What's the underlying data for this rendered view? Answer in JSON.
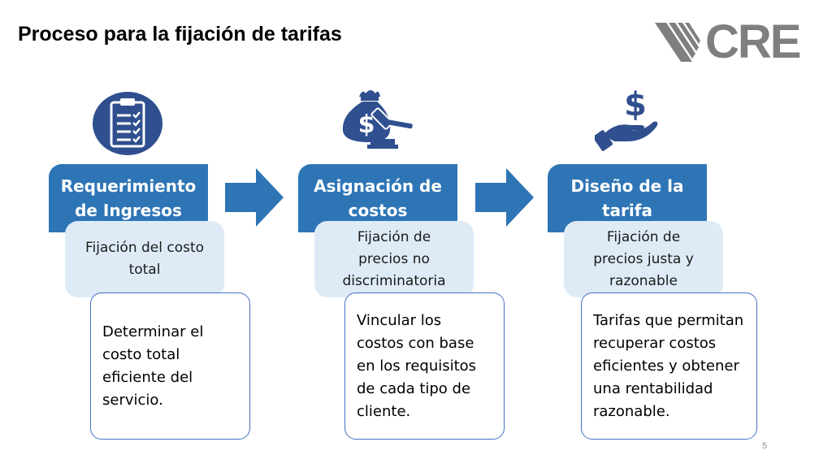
{
  "slide": {
    "title": "Proceso para la fijación de tarifas",
    "logo_text": "CRE",
    "page_number": "5"
  },
  "steps": [
    {
      "title": "Requerimiento de Ingresos",
      "subtitle": "Fijación del costo total",
      "description": "Determinar el costo total eficiente del servicio.",
      "icon": "clipboard-checklist-icon"
    },
    {
      "title": "Asignación de costos",
      "subtitle": "Fijación de precios no discriminatoria",
      "description": "Vincular los costos con base en los requisitos de cada tipo de cliente.",
      "icon": "money-bag-gavel-icon"
    },
    {
      "title": "Diseño de la tarifa",
      "subtitle": "Fijación de precios justa y razonable",
      "description": "Tarifas que permitan recuperar costos eficientes y obtener una rentabilidad razonable.",
      "icon": "hand-dollar-icon"
    }
  ],
  "colors": {
    "step_fill": "#2e75b6",
    "sub_fill": "#deebf7",
    "border": "#4472c4",
    "icon_dark": "#1f3864"
  }
}
